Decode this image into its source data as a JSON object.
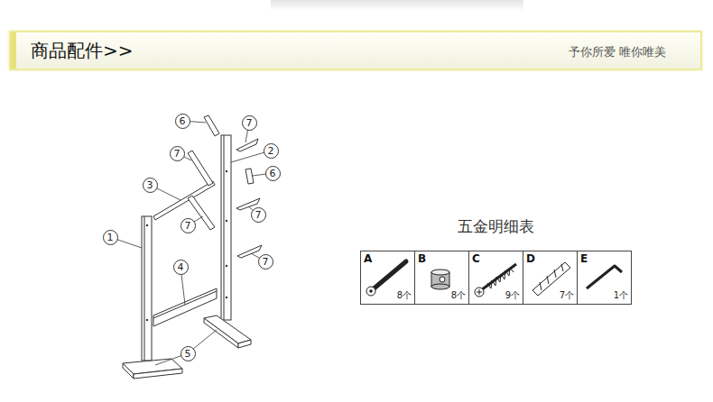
{
  "diagram": {
    "nodes": [
      {
        "text": [
          "商品配件>>",
          "予你所爱 唯你唯美"
        ]
      },
      {
        "text": [
          "6"
        ]
      },
      {
        "text": [
          "7"
        ]
      },
      {
        "text": [
          "2"
        ]
      },
      {
        "text": [
          "7"
        ]
      },
      {
        "text": [
          "6"
        ]
      },
      {
        "text": [
          "3"
        ]
      },
      {
        "text": [
          "7"
        ]
      },
      {
        "text": [
          "7"
        ]
      },
      {
        "text": [
          "1"
        ]
      },
      {
        "text": [
          "7"
        ]
      },
      {
        "text": [
          "4"
        ]
      },
      {
        "text": [
          "5"
        ]
      },
      {
        "text": [
          "A",
          "8个"
        ]
      },
      {
        "text": [
          "B",
          "8个"
        ]
      },
      {
        "text": [
          "C",
          "9个"
        ]
      },
      {
        "text": [
          "D",
          "7个"
        ]
      },
      {
        "text": [
          "E",
          "1个"
        ]
      }
    ],
    "labels": [
      "五金明细表"
    ]
  }
}
